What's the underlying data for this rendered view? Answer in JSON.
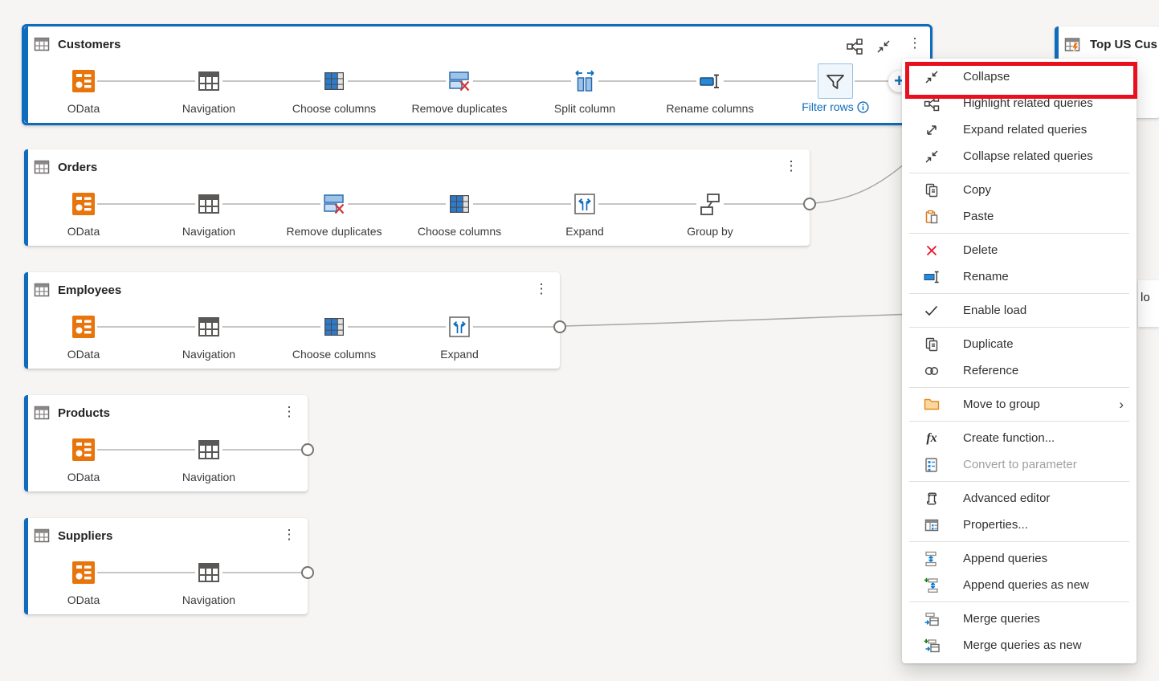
{
  "colors": {
    "accent_blue": "#0f6cbd",
    "highlight_red": "#e8101e",
    "odata_orange": "#e8740c",
    "step_blue": "#2e7bcb",
    "selected_step_bg": "#eff6fc",
    "canvas_bg": "#f6f5f3"
  },
  "ui": {
    "more_glyph": "⋮",
    "plus_glyph": "+",
    "chevron_glyph": "›",
    "fx_glyph": "fx"
  },
  "queries": [
    {
      "title": "Customers",
      "selected": true,
      "steps": [
        {
          "label": "OData",
          "icon": "odata-icon"
        },
        {
          "label": "Navigation",
          "icon": "navigation-icon"
        },
        {
          "label": "Choose columns",
          "icon": "choose-columns-icon"
        },
        {
          "label": "Remove duplicates",
          "icon": "remove-duplicates-icon"
        },
        {
          "label": "Split column",
          "icon": "split-column-icon"
        },
        {
          "label": "Rename columns",
          "icon": "rename-columns-icon"
        },
        {
          "label": "Filter rows",
          "icon": "filter-icon",
          "selected": true,
          "has_info": true
        }
      ]
    },
    {
      "title": "Orders",
      "steps": [
        {
          "label": "OData",
          "icon": "odata-icon"
        },
        {
          "label": "Navigation",
          "icon": "navigation-icon"
        },
        {
          "label": "Remove duplicates",
          "icon": "remove-duplicates-icon"
        },
        {
          "label": "Choose columns",
          "icon": "choose-columns-icon"
        },
        {
          "label": "Expand",
          "icon": "expand-icon"
        },
        {
          "label": "Group by",
          "icon": "group-by-icon"
        }
      ]
    },
    {
      "title": "Employees",
      "steps": [
        {
          "label": "OData",
          "icon": "odata-icon"
        },
        {
          "label": "Navigation",
          "icon": "navigation-icon"
        },
        {
          "label": "Choose columns",
          "icon": "choose-columns-icon"
        },
        {
          "label": "Expand",
          "icon": "expand-icon"
        }
      ]
    },
    {
      "title": "Products",
      "steps": [
        {
          "label": "OData",
          "icon": "odata-icon"
        },
        {
          "label": "Navigation",
          "icon": "navigation-icon"
        }
      ]
    },
    {
      "title": "Suppliers",
      "steps": [
        {
          "label": "OData",
          "icon": "odata-icon"
        },
        {
          "label": "Navigation",
          "icon": "navigation-icon"
        }
      ]
    },
    {
      "title": "Top US Cus",
      "partial": true
    }
  ],
  "partial_card_text": "lo",
  "menu": {
    "items": [
      {
        "label": "Collapse",
        "icon": "collapse-icon",
        "highlighted": true
      },
      {
        "label": "Highlight related queries",
        "icon": "highlight-related-icon"
      },
      {
        "label": "Expand related queries",
        "icon": "expand-related-icon"
      },
      {
        "label": "Collapse related queries",
        "icon": "collapse-related-icon"
      },
      {
        "label": "Copy",
        "icon": "copy-icon"
      },
      {
        "label": "Paste",
        "icon": "paste-icon"
      },
      {
        "label": "Delete",
        "icon": "delete-icon"
      },
      {
        "label": "Rename",
        "icon": "rename-icon"
      },
      {
        "label": "Enable load",
        "icon": "check-icon",
        "checked": true
      },
      {
        "label": "Duplicate",
        "icon": "duplicate-icon"
      },
      {
        "label": "Reference",
        "icon": "reference-icon"
      },
      {
        "label": "Move to group",
        "icon": "folder-icon",
        "has_submenu": true
      },
      {
        "label": "Create function...",
        "icon": "fx-icon"
      },
      {
        "label": "Convert to parameter",
        "icon": "parameter-icon",
        "disabled": true
      },
      {
        "label": "Advanced editor",
        "icon": "advanced-editor-icon"
      },
      {
        "label": "Properties...",
        "icon": "properties-icon"
      },
      {
        "label": "Append queries",
        "icon": "append-queries-icon"
      },
      {
        "label": "Append queries as new",
        "icon": "append-queries-new-icon"
      },
      {
        "label": "Merge queries",
        "icon": "merge-queries-icon"
      },
      {
        "label": "Merge queries as new",
        "icon": "merge-queries-new-icon"
      }
    ]
  }
}
